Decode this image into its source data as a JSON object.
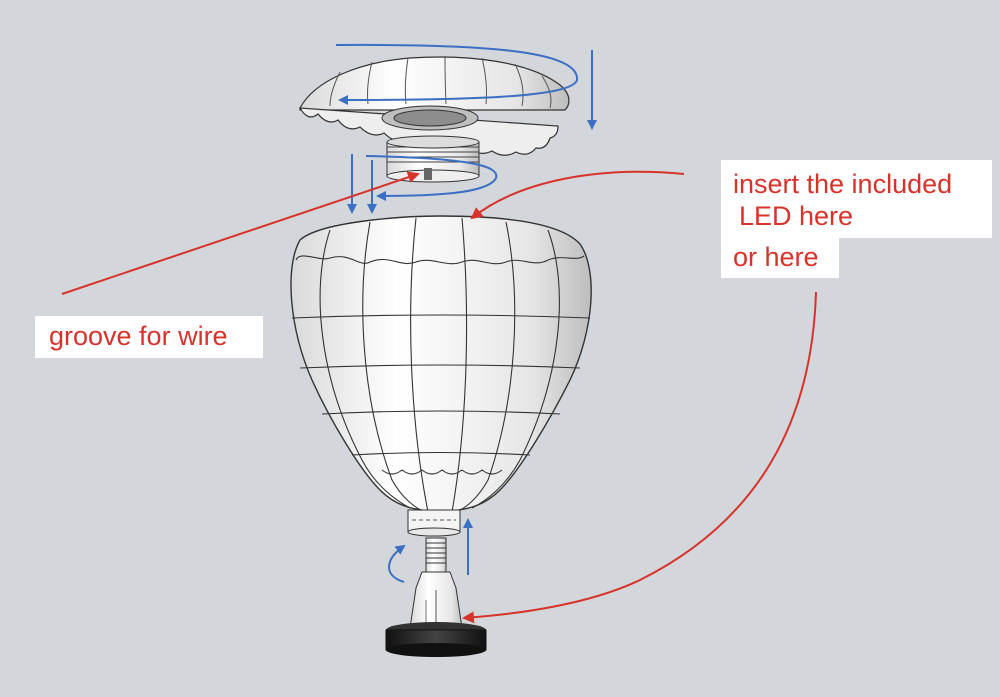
{
  "labels": {
    "groove": "groove for wire",
    "insert_line1": "insert the included",
    "insert_line2": "LED here",
    "or_here": "or here"
  },
  "colors": {
    "background": "#d3d6da",
    "annotation_red": "#d8332a",
    "rotation_blue": "#3b6fc4",
    "part_white": "#f2f2f2",
    "part_outline": "#333333",
    "base_black": "#1c1c1c"
  }
}
